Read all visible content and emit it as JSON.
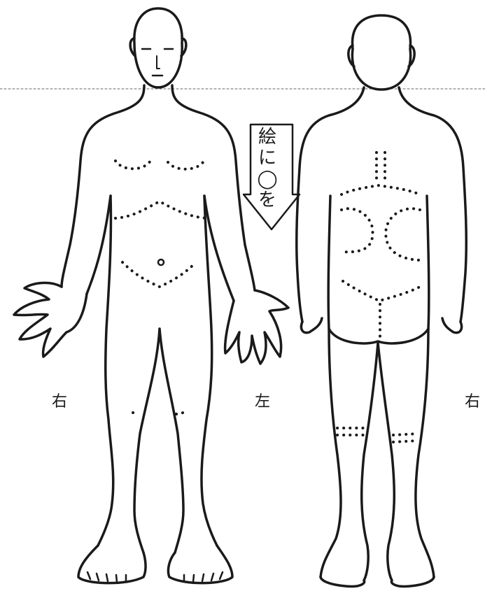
{
  "labels": {
    "front_right": "右",
    "front_left": "左",
    "back_right": "右"
  },
  "arrow": {
    "chars": [
      "絵",
      "に",
      "◯",
      "を"
    ]
  },
  "colors": {
    "line": "#1a1a1a",
    "background": "#ffffff",
    "guide": "#666666"
  }
}
